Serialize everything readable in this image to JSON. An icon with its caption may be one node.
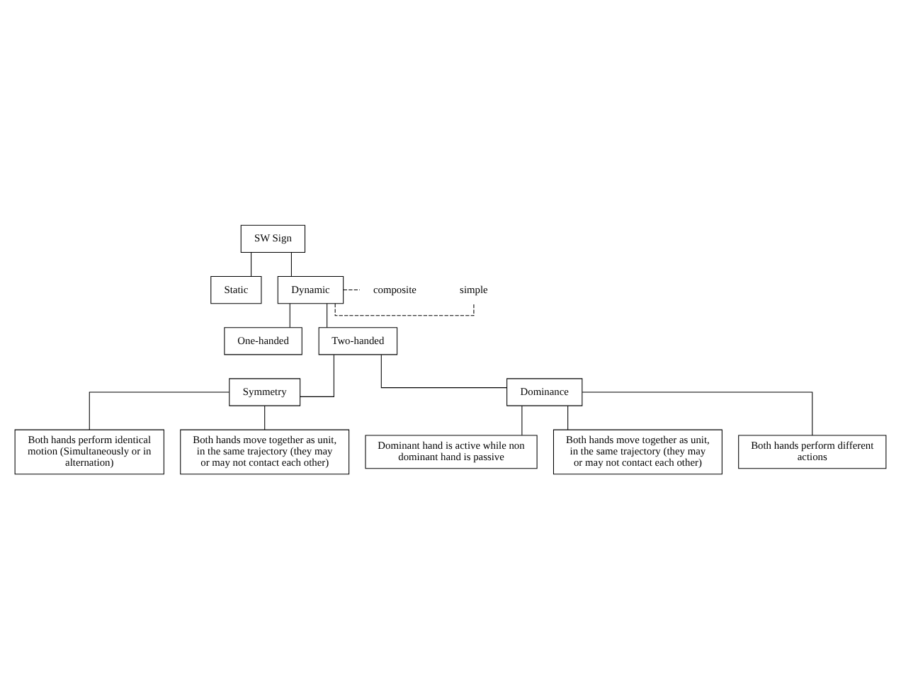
{
  "diagram": {
    "nodes": [
      {
        "text": [
          "SW Sign"
        ]
      },
      {
        "text": [
          "Static"
        ]
      },
      {
        "text": [
          "Dynamic"
        ]
      },
      {
        "text": [
          "simple"
        ]
      },
      {
        "text": [
          "composite"
        ]
      },
      {
        "text": [
          "One-handed"
        ]
      },
      {
        "text": [
          "Two-handed"
        ]
      },
      {
        "text": [
          "Symmetry"
        ]
      },
      {
        "text": [
          "Dominance"
        ]
      },
      {
        "text": [
          "Both hands perform identical motion (Simultaneously or in alternation)"
        ]
      },
      {
        "text": [
          "Both hands move together as unit, in the same trajectory (they may or may not contact each other)"
        ]
      },
      {
        "text": [
          "Dominant hand is active while non dominant hand is passive"
        ]
      },
      {
        "text": [
          "Both hands move together as unit, in the same trajectory (they may or may not contact each other)"
        ]
      },
      {
        "text": [
          "Both hands perform different actions"
        ]
      }
    ],
    "edges": [
      {
        "from": 0,
        "to": 1,
        "arrow": "none"
      },
      {
        "from": 0,
        "to": 2,
        "arrow": "none"
      },
      {
        "from": 2,
        "to": 3,
        "arrow": "none",
        "style": "dashed"
      },
      {
        "from": 2,
        "to": 4,
        "arrow": "none",
        "style": "dashed"
      },
      {
        "from": 2,
        "to": 5,
        "arrow": "none"
      },
      {
        "from": 2,
        "to": 6,
        "arrow": "none"
      },
      {
        "from": 6,
        "to": 7,
        "arrow": "none"
      },
      {
        "from": 6,
        "to": 8,
        "arrow": "none"
      },
      {
        "from": 7,
        "to": 9,
        "arrow": "none"
      },
      {
        "from": 7,
        "to": 10,
        "arrow": "none"
      },
      {
        "from": 8,
        "to": 11,
        "arrow": "none"
      },
      {
        "from": 8,
        "to": 12,
        "arrow": "none"
      },
      {
        "from": 8,
        "to": 13,
        "arrow": "none"
      }
    ]
  }
}
